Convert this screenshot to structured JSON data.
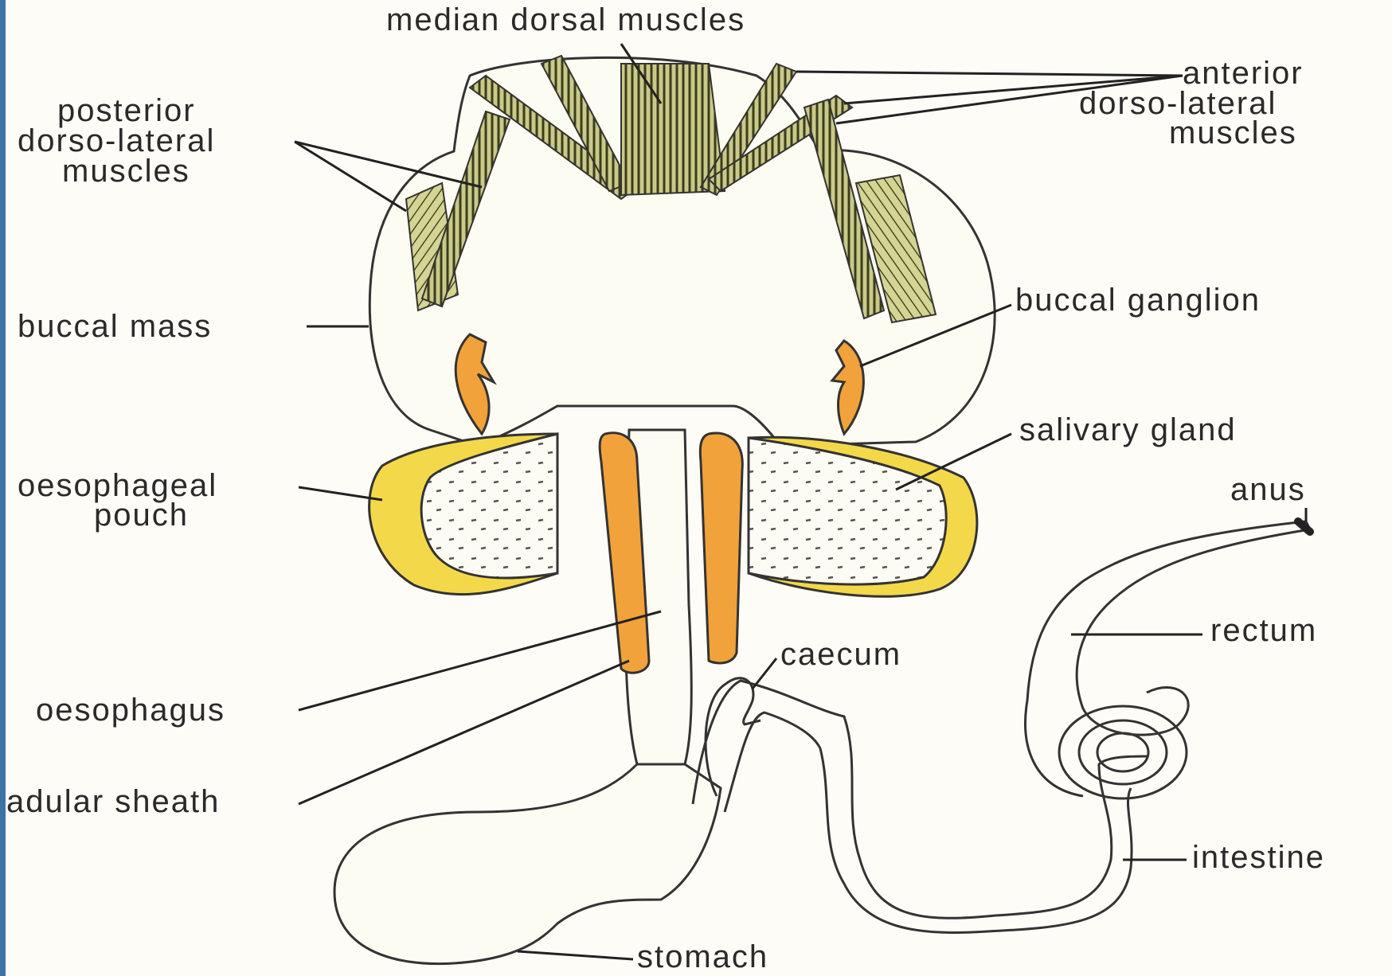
{
  "diagram": {
    "labels": {
      "median_dorsal_muscles": "median dorsal muscles",
      "anterior_1": "anterior",
      "anterior_2": "dorso-lateral",
      "anterior_3": "muscles",
      "posterior_1": "posterior",
      "posterior_2": "dorso-lateral",
      "posterior_3": "muscles",
      "buccal_mass": "buccal mass",
      "buccal_ganglion": "buccal ganglion",
      "salivary_gland": "salivary gland",
      "oesophageal_1": "oesophageal",
      "oesophageal_2": "pouch",
      "anus": "anus",
      "rectum": "rectum",
      "caecum": "caecum",
      "oesophagus": "oesophagus",
      "radular_sheath": "adular sheath",
      "intestine": "intestine",
      "stomach": "stomach"
    },
    "colors": {
      "muscle": "#c9c98a",
      "muscle_dark": "#4a4a22",
      "ganglion": "#f2a23a",
      "pouch": "#f3d84a",
      "body": "#fdfcf2",
      "frame": "#3d72a6"
    }
  }
}
